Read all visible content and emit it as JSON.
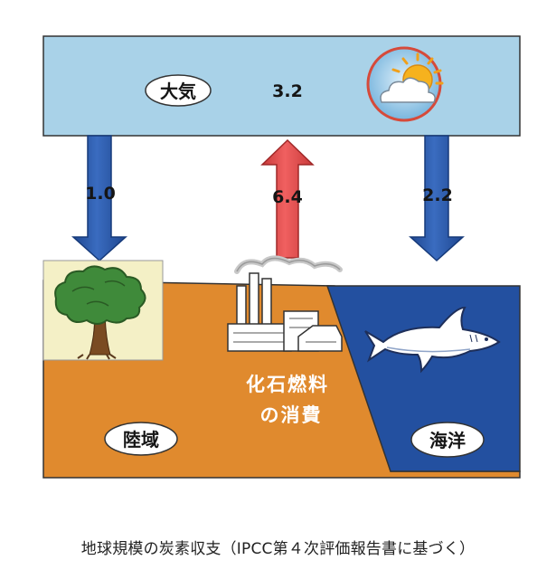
{
  "atmosphere": {
    "label": "大気",
    "value": "3.2"
  },
  "flows": {
    "to_land": "1.0",
    "fossil": "6.4",
    "to_ocean": "2.2"
  },
  "land": {
    "label": "陸域"
  },
  "ocean": {
    "label": "海洋"
  },
  "fossil_fuel": {
    "line1": "化石燃料",
    "line2": "の消費"
  },
  "caption": "地球規模の炭素収支（IPCC第４次評価報告書に基づく）",
  "colors": {
    "atmosphere_fill": "#a9d2e8",
    "land_fill": "#e08a2e",
    "ocean_fill": "#2350a0",
    "arrow_blue": "#2b58a8",
    "arrow_red": "#e04545"
  },
  "icons": [
    "sun-cloud-icon",
    "tree-icon",
    "factory-icon",
    "shark-icon"
  ]
}
